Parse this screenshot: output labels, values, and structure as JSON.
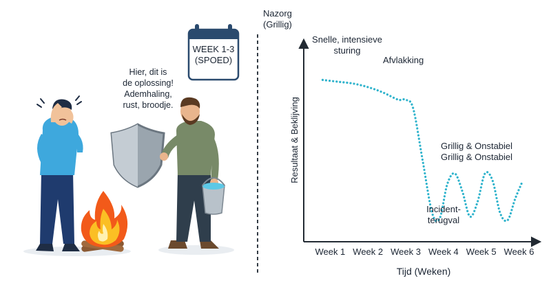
{
  "calendar": {
    "line1": "WEEK 1-3",
    "line2": "(SPOED)"
  },
  "speech": {
    "line1": "Hier, dit is",
    "line2": "de oplossing!",
    "line3": "Ademhaling,",
    "line4": "rust, broodje."
  },
  "divider_label": {
    "line1": "Nazorg",
    "line2": "(Grillig)"
  },
  "chart_data": {
    "type": "line",
    "title": "",
    "xlabel": "Tijd (Weken)",
    "ylabel": "Resultaat & Beklijving",
    "categories": [
      "Week 1",
      "Week 2",
      "Week 3",
      "Week 4",
      "Week 5",
      "Week 6"
    ],
    "x": [
      0.8,
      1.2,
      1.6,
      2.0,
      2.4,
      2.8,
      3.0,
      3.2,
      3.45,
      3.7,
      3.9,
      4.1,
      4.3,
      4.5,
      4.7,
      4.9,
      5.1,
      5.3,
      5.5,
      5.7,
      5.9,
      6.1
    ],
    "values": [
      80,
      79,
      78,
      76,
      73,
      69,
      69,
      64,
      35,
      6,
      3,
      22,
      28,
      18,
      4,
      12,
      28,
      24,
      6,
      2,
      14,
      24
    ],
    "ylim": [
      -10,
      100
    ],
    "xlim": [
      0.3,
      6.3
    ],
    "line_color": "#2fb3cc",
    "annotations": {
      "start": {
        "line1": "Snelle, intensieve",
        "line2": "sturing"
      },
      "plateau": "Afvlakking",
      "drop": {
        "line1": "Incident-",
        "line2": "terugval"
      },
      "wave1": "Grillig & Onstabiel",
      "wave2": "Grillig & Onstabiel"
    }
  }
}
